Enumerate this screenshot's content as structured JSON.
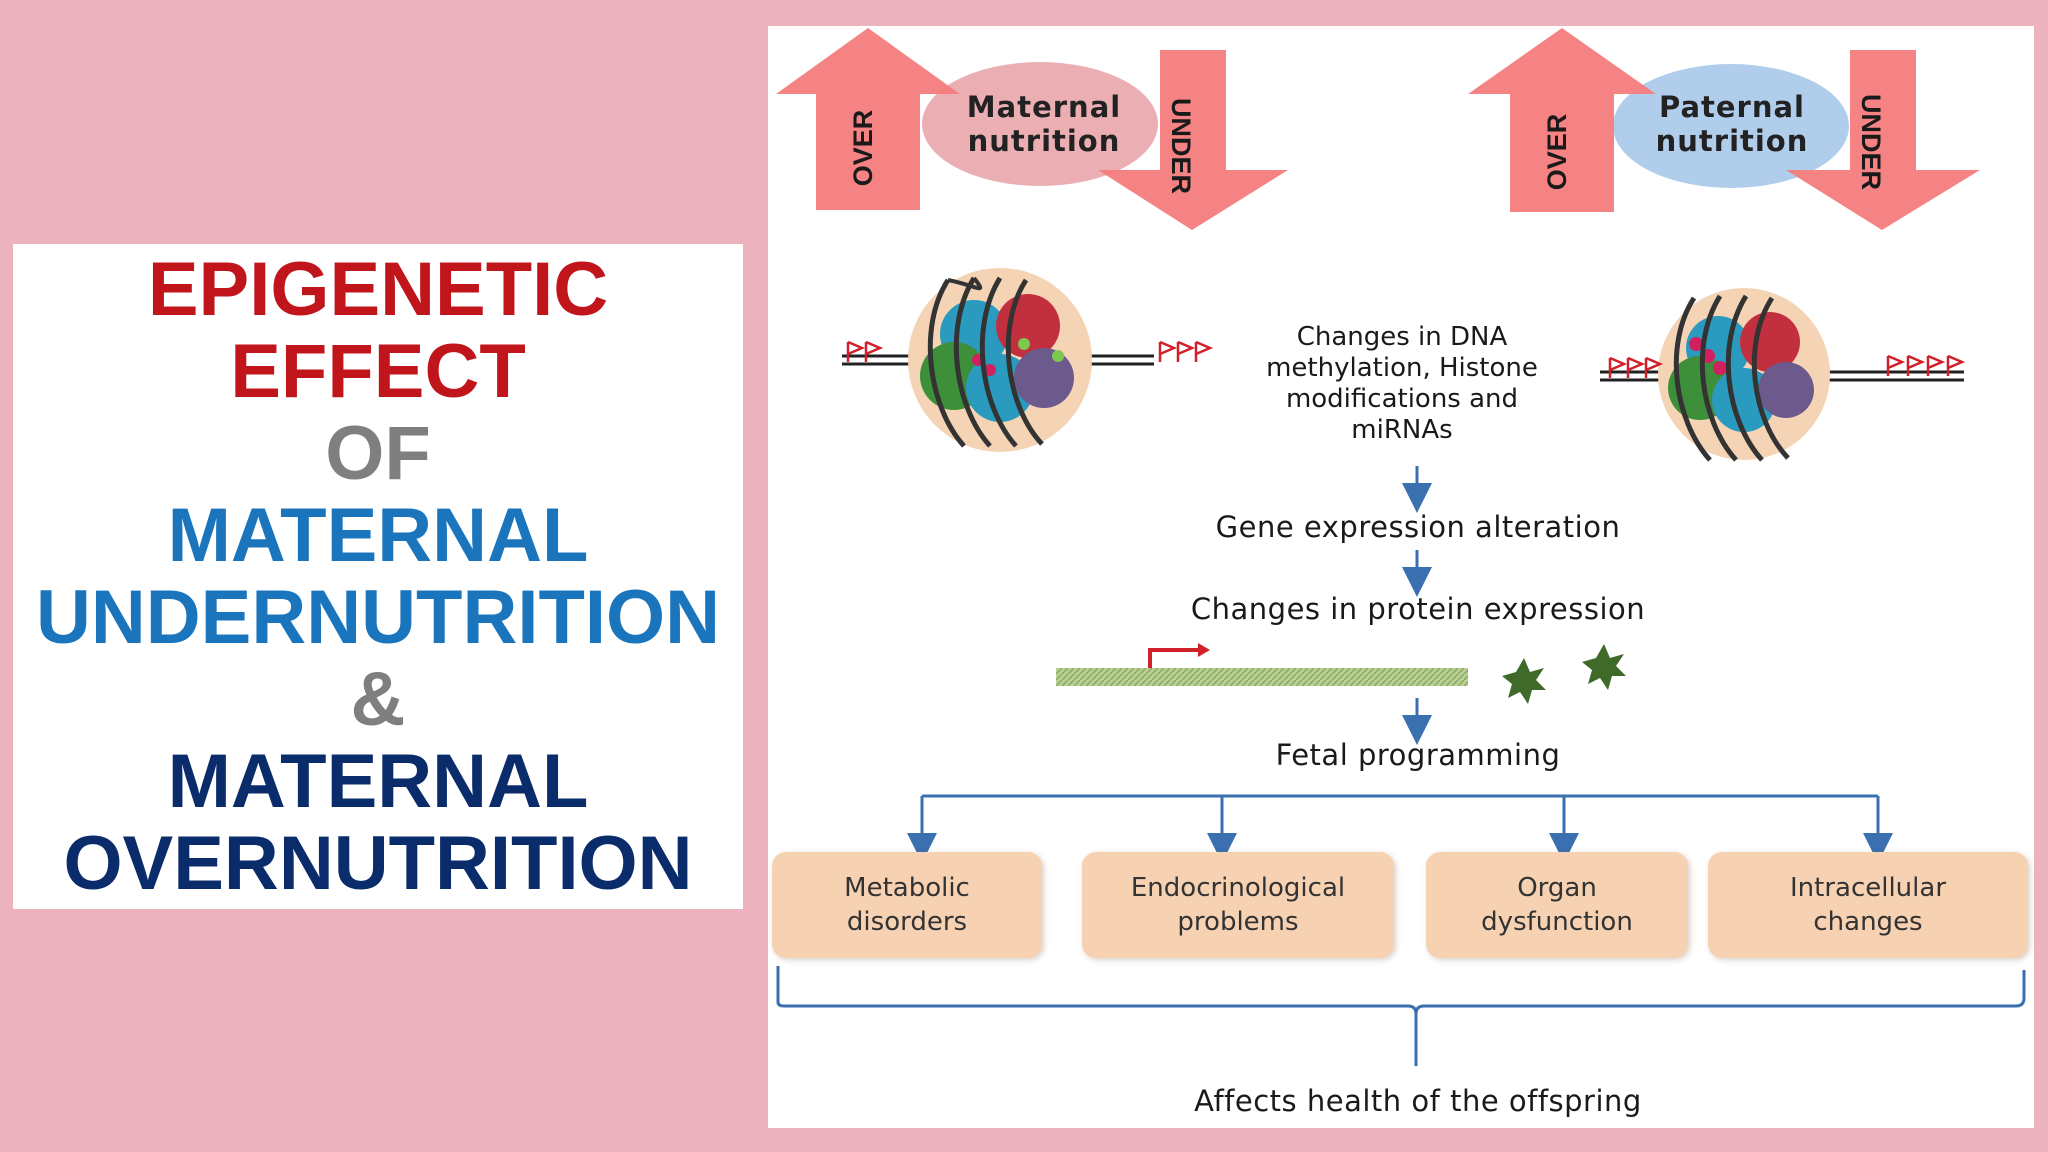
{
  "title": {
    "line1": "EPIGENETIC",
    "line2": "EFFECT",
    "line3": "OF",
    "line4": "MATERNAL",
    "line5": "UNDERNUTRITION",
    "line6": "&",
    "line7": "MATERNAL",
    "line8": "OVERNUTRITION"
  },
  "diagram": {
    "maternal": {
      "line1": "Maternal",
      "line2": "nutrition",
      "over": "OVER",
      "under": "UNDER"
    },
    "paternal": {
      "line1": "Paternal",
      "line2": "nutrition",
      "over": "OVER",
      "under": "UNDER"
    },
    "epigenetic_changes": {
      "line1": "Changes in DNA",
      "line2": "methylation, Histone",
      "line3": "modifications and",
      "line4": "miRNAs"
    },
    "gene_expression": "Gene expression alteration",
    "protein_expression": "Changes in protein expression",
    "fetal_programming": "Fetal programming",
    "outcomes": [
      {
        "line1": "Metabolic",
        "line2": "disorders"
      },
      {
        "line1": "Endocrinological",
        "line2": "problems"
      },
      {
        "line1": "Organ",
        "line2": "dysfunction"
      },
      {
        "line1": "Intracellular",
        "line2": "changes"
      }
    ],
    "final": "Affects health of the offspring"
  },
  "colors": {
    "background": "#ecb3bf",
    "arrow": "#f47c7c",
    "maternal_ellipse": "#e8a0a6",
    "paternal_ellipse": "#a9c8ea",
    "connector": "#3a6fb0",
    "outcome_box": "#f7d2b2"
  }
}
